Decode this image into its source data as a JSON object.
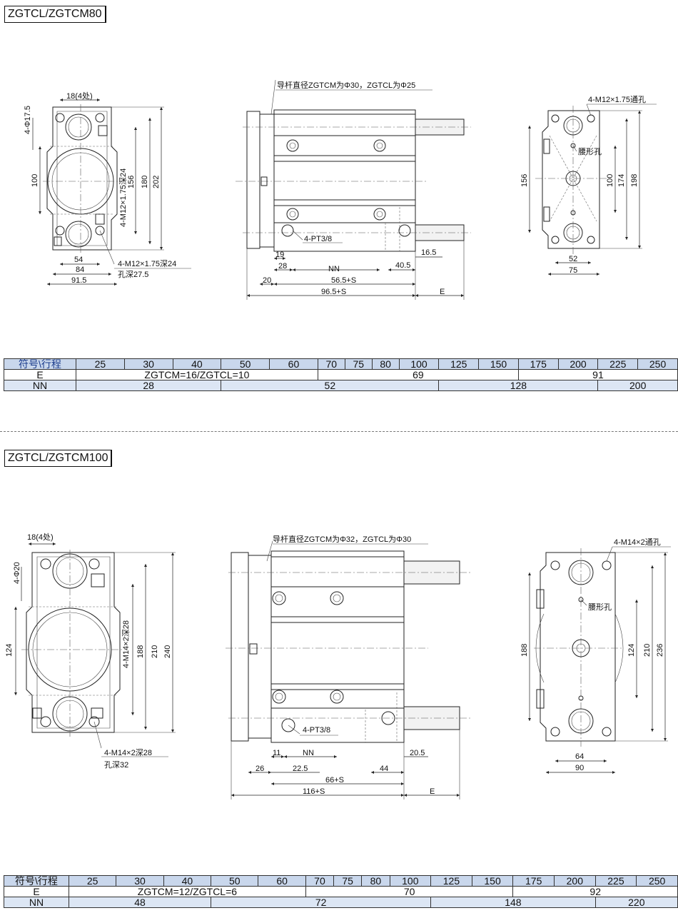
{
  "section1": {
    "title": "ZGTCL/ZGTCM80",
    "notes": {
      "guide_rod": "导杆直径ZGTCM为Φ30，ZGTCL为Φ25",
      "port": "4-PT3/8",
      "tap_front": "4-M12×1.75深24",
      "hole_depth": "孔深27.5",
      "tap_through": "4-M12×1.75通孔",
      "slot": "腰形孔",
      "side_tap": "4-M12×1.75深24"
    },
    "dims": {
      "d18": "18(4处)",
      "phi": "4-Φ17.5",
      "d100": "100",
      "d156": "156",
      "d180": "180",
      "d202": "202",
      "d54": "54",
      "d84": "84",
      "d91": "91.5",
      "d19": "19",
      "d28": "28",
      "nn": "NN",
      "d40": "40.5",
      "d16": "16.5",
      "d20": "20",
      "d56": "56.5+S",
      "d96": "96.5+S",
      "e": "E",
      "r156": "156",
      "r100": "100",
      "r174": "174",
      "r198": "198",
      "r52": "52",
      "r75": "75"
    },
    "table": {
      "header": [
        "符号\\行程",
        "25",
        "30",
        "40",
        "50",
        "60",
        "70",
        "75",
        "80",
        "100",
        "125",
        "150",
        "175",
        "200",
        "225",
        "250"
      ],
      "e_label": "E",
      "e_values": [
        "ZGTCM=16/ZGTCL=10",
        "69",
        "91"
      ],
      "nn_label": "NN",
      "nn_values": [
        "28",
        "52",
        "128",
        "200"
      ]
    }
  },
  "section2": {
    "title": "ZGTCL/ZGTCM100",
    "notes": {
      "guide_rod": "导杆直径ZGTCM为Φ32，ZGTCL为Φ30",
      "port": "4-PT3/8",
      "tap_front": "4-M14×2深28",
      "hole_depth": "孔深32",
      "tap_through": "4-M14×2通孔",
      "slot": "腰形孔",
      "side_tap": "4-M14×2深28"
    },
    "dims": {
      "d18": "18(4处)",
      "phi": "4-Φ20",
      "d124": "124",
      "d188": "188",
      "d210": "210",
      "d240": "240",
      "d11": "11",
      "nn": "NN",
      "d26": "26",
      "d22": "22.5",
      "d44": "44",
      "d20": "20.5",
      "d66": "66+S",
      "d116": "116+S",
      "e": "E",
      "r188": "188",
      "r124": "124",
      "r210": "210",
      "r236": "236",
      "r64": "64",
      "r90": "90"
    },
    "table": {
      "header": [
        "符号\\行程",
        "25",
        "30",
        "40",
        "50",
        "60",
        "70",
        "75",
        "80",
        "100",
        "125",
        "150",
        "175",
        "200",
        "225",
        "250"
      ],
      "e_label": "E",
      "e_values": [
        "ZGTCM=12/ZGTCL=6",
        "70",
        "92"
      ],
      "nn_label": "NN",
      "nn_values": [
        "48",
        "72",
        "148",
        "220"
      ]
    }
  }
}
